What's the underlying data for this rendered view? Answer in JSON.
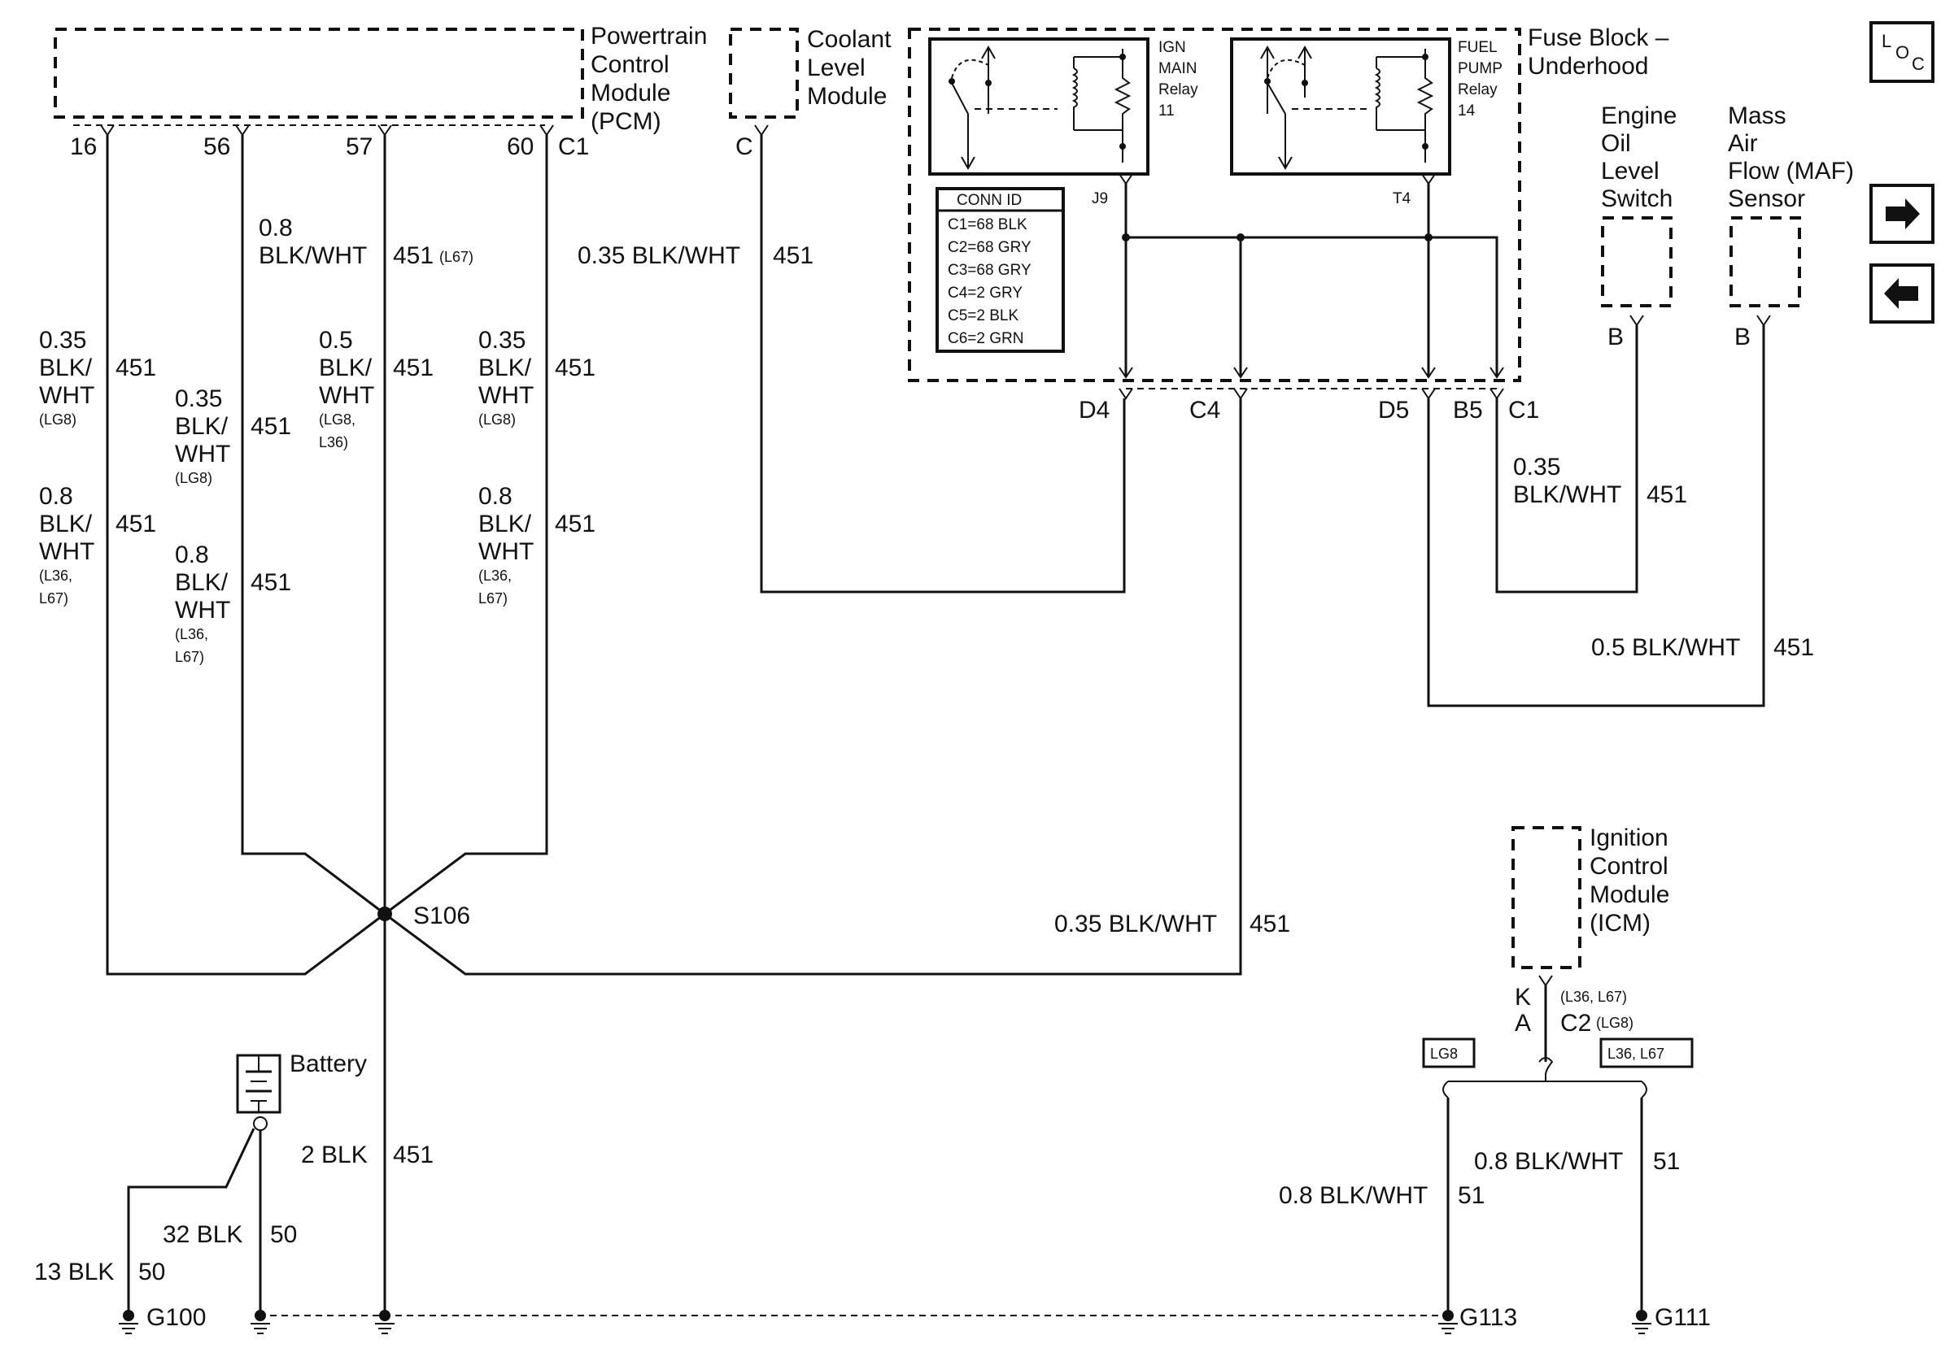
{
  "components": {
    "pcm": [
      "Powertrain",
      "Control",
      "Module",
      "(PCM)"
    ],
    "coolant": [
      "Coolant",
      "Level",
      "Module"
    ],
    "fuse_block": [
      "Fuse Block –",
      "Underhood"
    ],
    "ign_relay": [
      "IGN",
      "MAIN",
      "Relay",
      "11"
    ],
    "fuel_relay": [
      "FUEL",
      "PUMP",
      "Relay",
      "14"
    ],
    "oil_switch": [
      "Engine",
      "Oil",
      "Level",
      "Switch"
    ],
    "maf": [
      "Mass",
      "Air",
      "Flow (MAF)",
      "Sensor"
    ],
    "icm": [
      "Ignition",
      "Control",
      "Module",
      "(ICM)"
    ],
    "battery": "Battery",
    "splice": "S106"
  },
  "conn_id": {
    "title": "CONN ID",
    "rows": [
      "C1=68 BLK",
      "C2=68 GRY",
      "C3=68 GRY",
      "C4=2 GRY",
      "C5=2 BLK",
      "C6=2 GRN"
    ]
  },
  "pins": {
    "pcm": [
      "16",
      "56",
      "57",
      "60"
    ],
    "pcm_conn": "C1",
    "coolant": "C",
    "fuse_in": [
      "J9",
      "T4"
    ],
    "fuse_out": [
      "D4",
      "C4",
      "D5",
      "B5"
    ],
    "fuse_conn": "C1",
    "oil": "B",
    "maf": "B",
    "icm_pins": [
      "K",
      "A"
    ],
    "icm_notes": [
      "(L36, L67)",
      "C2",
      "(LG8)"
    ],
    "option_tags": [
      "LG8",
      "L36, L67"
    ]
  },
  "wire_labels": {
    "pcm16_a": [
      "0.35",
      "BLK/",
      "WHT",
      "(LG8)"
    ],
    "pcm16_b": [
      "0.8",
      "BLK/",
      "WHT",
      "(L36,",
      "L67)"
    ],
    "pcm56_a": [
      "0.35",
      "BLK/",
      "WHT",
      "(LG8)"
    ],
    "pcm56_b": [
      "0.8",
      "BLK/",
      "WHT",
      "(L36,",
      "L67)"
    ],
    "pcm57_a": [
      "0.8",
      "BLK/WHT"
    ],
    "pcm57_a_opt": "(L67)",
    "pcm57_b": [
      "0.5",
      "BLK/",
      "WHT",
      "(LG8,",
      "L36)"
    ],
    "pcm60_a": [
      "0.35",
      "BLK/",
      "WHT",
      "(LG8)"
    ],
    "pcm60_b": [
      "0.8",
      "BLK/",
      "WHT",
      "(L36,",
      "L67)"
    ],
    "coolant": "0.35 BLK/WHT",
    "oil": [
      "0.35",
      "BLK/WHT"
    ],
    "maf": "0.5 BLK/WHT",
    "c4": "0.35 BLK/WHT",
    "battery_main": "2 BLK",
    "g100_a": "32 BLK",
    "g100_b": "13 BLK",
    "g113": "0.8 BLK/WHT",
    "g111": "0.8 BLK/WHT"
  },
  "circuits": {
    "c451": "451",
    "c50": "50",
    "c51": "51"
  },
  "grounds": [
    "G100",
    "G113",
    "G111"
  ],
  "nav": {
    "loc": [
      "L",
      "O",
      "C"
    ],
    "next_icon": "right-arrow-icon",
    "prev_icon": "left-arrow-icon"
  }
}
